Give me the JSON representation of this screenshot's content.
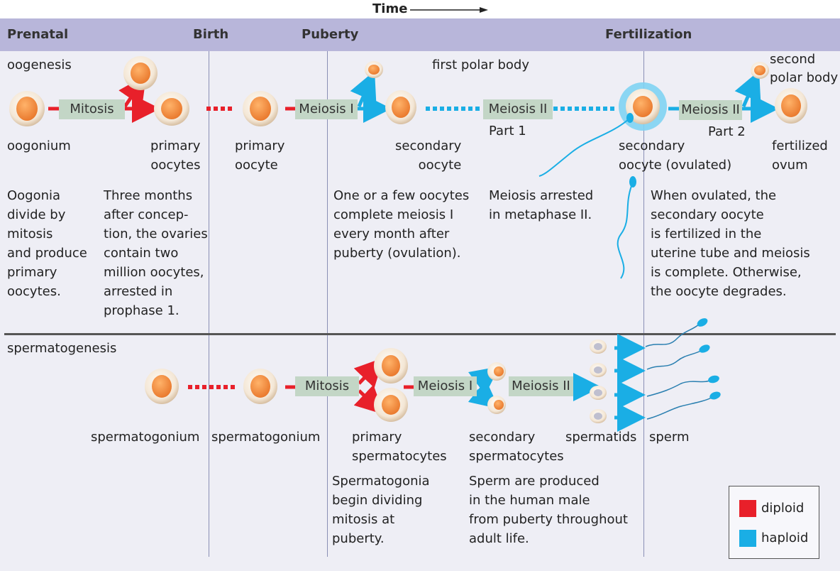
{
  "time_label": "Time",
  "stages": {
    "prenatal": "Prenatal",
    "birth": "Birth",
    "puberty": "Puberty",
    "fertilization": "Fertilization"
  },
  "oogenesis": {
    "title": "oogenesis",
    "boxes": {
      "mitosis": "Mitosis",
      "meiosis1": "Meiosis I",
      "meiosis2a": "Meiosis II",
      "meiosis2b": "Meiosis II"
    },
    "part1": "Part 1",
    "part2": "Part 2",
    "first_polar_body": "first polar body",
    "second_polar_body": "second\npolar body",
    "labels": {
      "oogonium": "oogonium",
      "primary_oocytes": "primary\noocytes",
      "primary_oocyte": "primary\noocyte",
      "secondary_oocyte": "secondary\noocyte",
      "secondary_oocyte_ovulated": "secondary\noocyte (ovulated)",
      "fertilized_ovum": "fertilized\novum"
    },
    "notes": {
      "n1": "Oogonia\ndivide by\nmitosis\nand produce\nprimary\noocytes.",
      "n2": "Three months\nafter concep-\ntion, the ovaries\ncontain two\nmillion oocytes,\narrested in\nprophase 1.",
      "n3": "One or a few oocytes\ncomplete meiosis I\nevery month after\npuberty (ovulation).",
      "n4": "Meiosis arrested\nin metaphase II.",
      "n5": "When ovulated, the\nsecondary oocyte\nis fertilized in the\nuterine tube and meiosis\nis complete. Otherwise,\nthe oocyte degrades."
    }
  },
  "spermatogenesis": {
    "title": "spermatogenesis",
    "boxes": {
      "mitosis": "Mitosis",
      "meiosis1": "Meiosis I",
      "meiosis2": "Meiosis II"
    },
    "labels": {
      "spermatogonium1": "spermatogonium",
      "spermatogonium2": "spermatogonium",
      "primary_spermatocytes": "primary\nspermatocytes",
      "secondary_spermatocytes": "secondary\nspermatocytes",
      "spermatids": "spermatids",
      "sperm": "sperm"
    },
    "notes": {
      "n1": "Spermatogonia\nbegin dividing\nmitosis at\npuberty.",
      "n2": "Sperm are produced\nin the human male\nfrom puberty throughout\nadult life."
    }
  },
  "legend": {
    "diploid": "diploid",
    "haploid": "haploid",
    "diploid_color": "#e8202a",
    "haploid_color": "#1aaee5"
  }
}
